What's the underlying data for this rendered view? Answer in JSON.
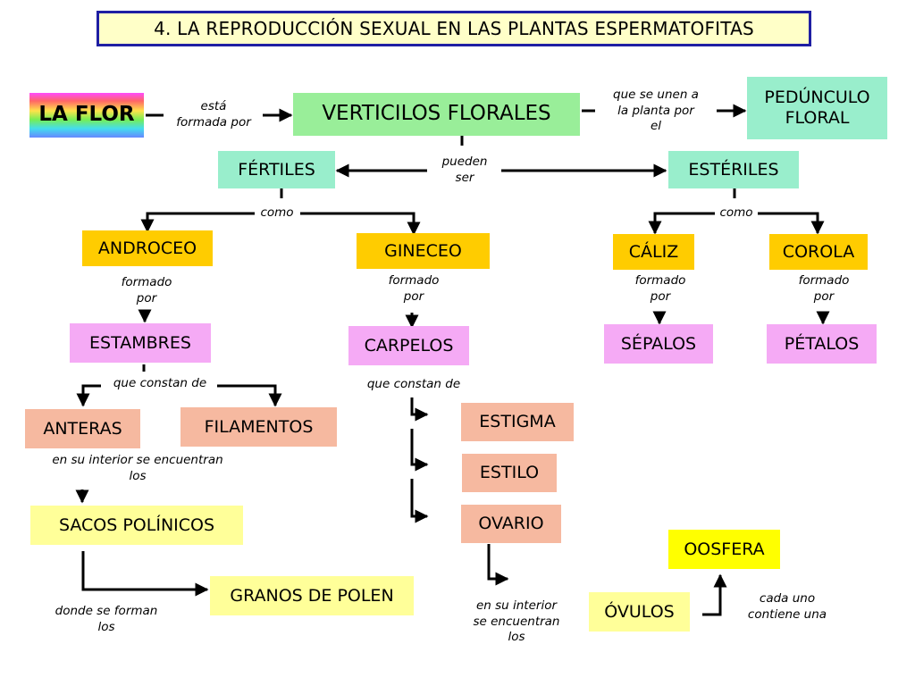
{
  "title": "4. LA REPRODUCCIÓN SEXUAL EN LAS PLANTAS ESPERMATOFITAS",
  "colors": {
    "green": "#99ee99",
    "aqua": "#99eecc",
    "orange": "#ffcc00",
    "pink": "#f5aaf5",
    "salmon": "#f6b9a0",
    "pale_yellow": "#ffff99",
    "yellow": "#ffff00",
    "title_border": "#1f1fa3"
  },
  "nodes": {
    "la_flor": "LA FLOR",
    "verticilos": "VERTICILOS FLORALES",
    "pedunculo": "PEDÚNCULO\nFLORAL",
    "fertiles": "FÉRTILES",
    "esteriles": "ESTÉRILES",
    "androceo": "ANDROCEO",
    "gineceo": "GINECEO",
    "caliz": "CÁLIZ",
    "corola": "COROLA",
    "estambres": "ESTAMBRES",
    "carpelos": "CARPELOS",
    "sepalos": "SÉPALOS",
    "petalos": "PÉTALOS",
    "anteras": "ANTERAS",
    "filamentos": "FILAMENTOS",
    "estigma": "ESTIGMA",
    "estilo": "ESTILO",
    "ovario": "OVARIO",
    "sacos": "SACOS POLÍNICOS",
    "granos": "GRANOS DE POLEN",
    "ovulos": "ÓVULOS",
    "oosfera": "OOSFERA"
  },
  "labels": {
    "esta_formada_por": "está\nformada por",
    "que_se_unen": "que se unen a\nla planta por\nel",
    "pueden_ser": "pueden\nser",
    "como_1": "como",
    "como_2": "como",
    "formado_por_androceo": "formado\npor",
    "formado_por_gineceo": "formado\npor",
    "formado_por_caliz": "formado\npor",
    "formado_por_corola": "formado\npor",
    "que_constan_estambres": "que constan de",
    "que_constan_carpelos": "que constan de",
    "en_su_interior_anteras": "en su interior se encuentran\nlos",
    "donde_se_forman": "donde se forman\nlos",
    "en_su_interior_ovario": "en su interior\nse encuentran\nlos",
    "cada_uno": "cada uno\ncontiene una"
  }
}
